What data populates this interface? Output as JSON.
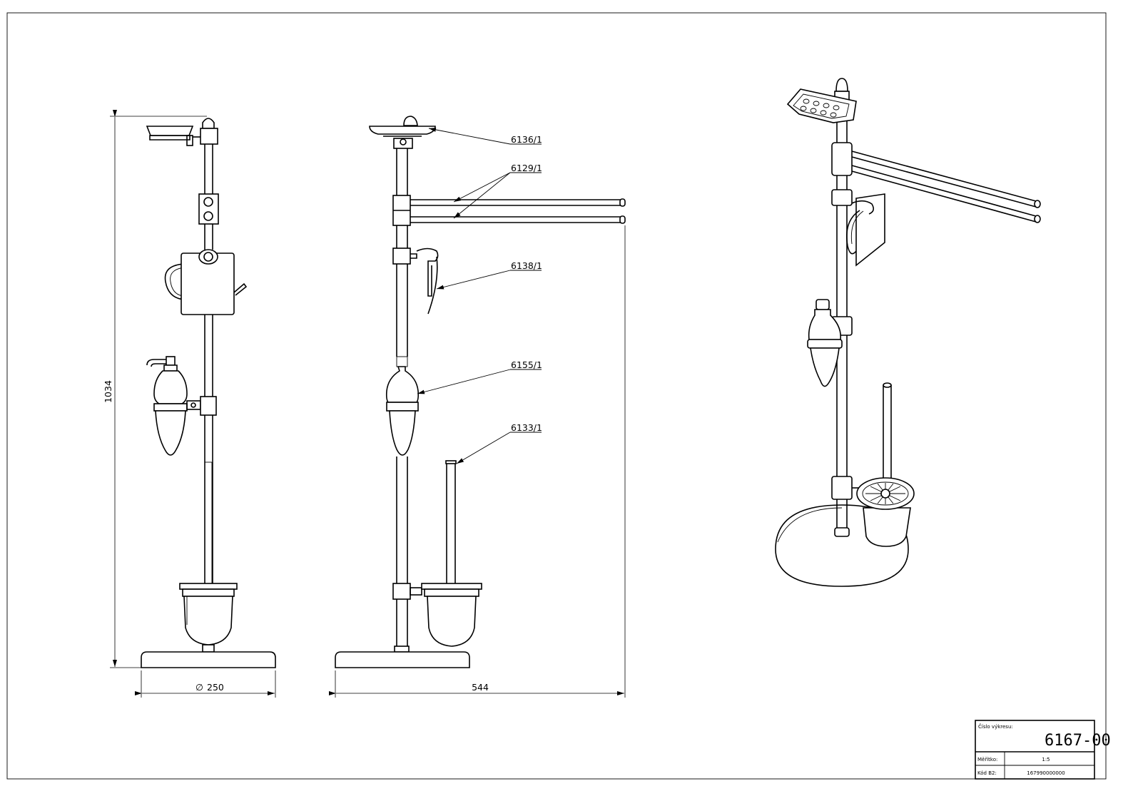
{
  "dimensions": {
    "height": "1034",
    "diameter_symbol": "∅",
    "diameter": "250",
    "width": "544"
  },
  "callouts": [
    "6136/1",
    "6129/1",
    "6138/1",
    "6155/1",
    "6133/1"
  ],
  "title_block": {
    "drawing_no_label": "Číslo výkresu:",
    "drawing_no": "6167-00",
    "scale_label": "Měřítko:",
    "scale": "1:5",
    "code_label": "Kód B2:",
    "code": "167990000000"
  }
}
